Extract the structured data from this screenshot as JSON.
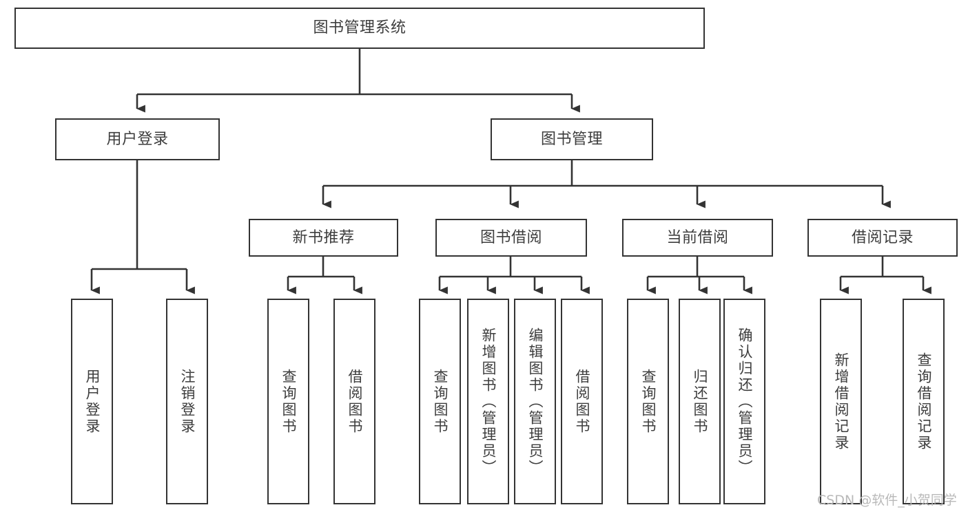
{
  "diagram": {
    "title": "图书管理系统",
    "type": "tree-hierarchy",
    "root": {
      "id": "root",
      "label": "图书管理系统"
    },
    "level2": [
      {
        "id": "user-login",
        "label": "用户登录"
      },
      {
        "id": "book-management",
        "label": "图书管理"
      }
    ],
    "level3": [
      {
        "id": "new-book-recommend",
        "label": "新书推荐",
        "parent": "book-management"
      },
      {
        "id": "book-borrow",
        "label": "图书借阅",
        "parent": "book-management"
      },
      {
        "id": "current-borrow",
        "label": "当前借阅",
        "parent": "book-management"
      },
      {
        "id": "borrow-record",
        "label": "借阅记录",
        "parent": "book-management"
      }
    ],
    "leaves": [
      {
        "id": "leaf-user-login",
        "label": "用户登录",
        "parent": "user-login"
      },
      {
        "id": "leaf-logout",
        "label": "注销登录",
        "parent": "user-login"
      },
      {
        "id": "leaf-query-book-1",
        "label": "查询图书",
        "parent": "new-book-recommend"
      },
      {
        "id": "leaf-borrow-book-1",
        "label": "借阅图书",
        "parent": "new-book-recommend"
      },
      {
        "id": "leaf-query-book-2",
        "label": "查询图书",
        "parent": "book-borrow"
      },
      {
        "id": "leaf-add-book",
        "label": "新增图书（管理员）",
        "parent": "book-borrow"
      },
      {
        "id": "leaf-edit-book",
        "label": "编辑图书（管理员）",
        "parent": "book-borrow"
      },
      {
        "id": "leaf-borrow-book-2",
        "label": "借阅图书",
        "parent": "book-borrow"
      },
      {
        "id": "leaf-query-book-3",
        "label": "查询图书",
        "parent": "current-borrow"
      },
      {
        "id": "leaf-return-book",
        "label": "归还图书",
        "parent": "current-borrow"
      },
      {
        "id": "leaf-confirm-return",
        "label": "确认归还（管理员）",
        "parent": "current-borrow"
      },
      {
        "id": "leaf-add-record",
        "label": "新增借阅记录",
        "parent": "borrow-record"
      },
      {
        "id": "leaf-query-record",
        "label": "查询借阅记录",
        "parent": "borrow-record"
      }
    ]
  },
  "watermark": {
    "text": "CSDN @软件_小贺同学"
  },
  "colors": {
    "stroke": "#333333",
    "text": "#3d3d3d",
    "background": "#ffffff",
    "watermark": "#b9b9b9"
  }
}
